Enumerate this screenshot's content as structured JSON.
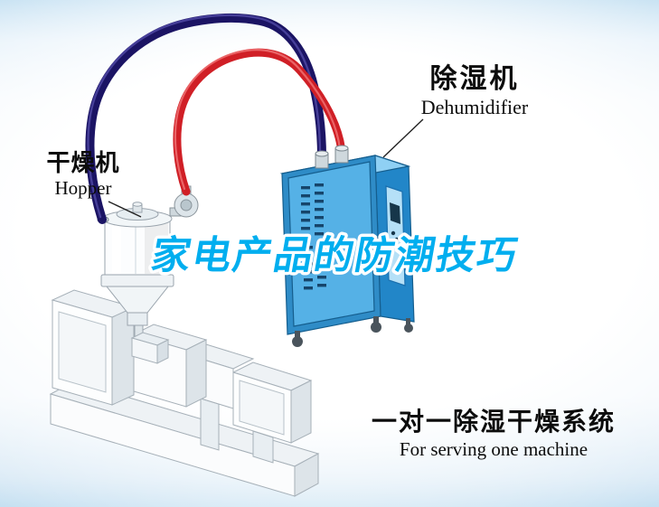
{
  "diagram": {
    "title": "家电产品的防潮技巧",
    "hopper_label": {
      "zh": "干燥机",
      "en": "Hopper"
    },
    "dehumidifier_label": {
      "zh": "除湿机",
      "en": "Dehumidifier"
    },
    "caption": {
      "zh": "一对一除湿干燥系统",
      "en": "For serving one machine"
    }
  },
  "colors": {
    "title_fill": "#00aeef",
    "title_outline": "#ffffff",
    "pipe_cold": "#1b1464",
    "pipe_cold_sheen": "#6a62c4",
    "pipe_hot": "#d01f26",
    "pipe_hot_sheen": "#ff9a9a",
    "cabinet_front": "#55b1e6",
    "cabinet_frame": "#2f8cc7",
    "cabinet_side": "#2286c8",
    "cabinet_top": "#8fd0f4"
  },
  "graphics": {
    "hopper_unit": "hopper-dryer-illustration",
    "blower": "blower-fan-icon",
    "dehumidifier_unit": "dehumidifier-cabinet-illustration",
    "extruder_unit": "extruder-machine-illustration",
    "cold_pipe": "cold-air-hose",
    "hot_pipe": "hot-air-hose"
  }
}
